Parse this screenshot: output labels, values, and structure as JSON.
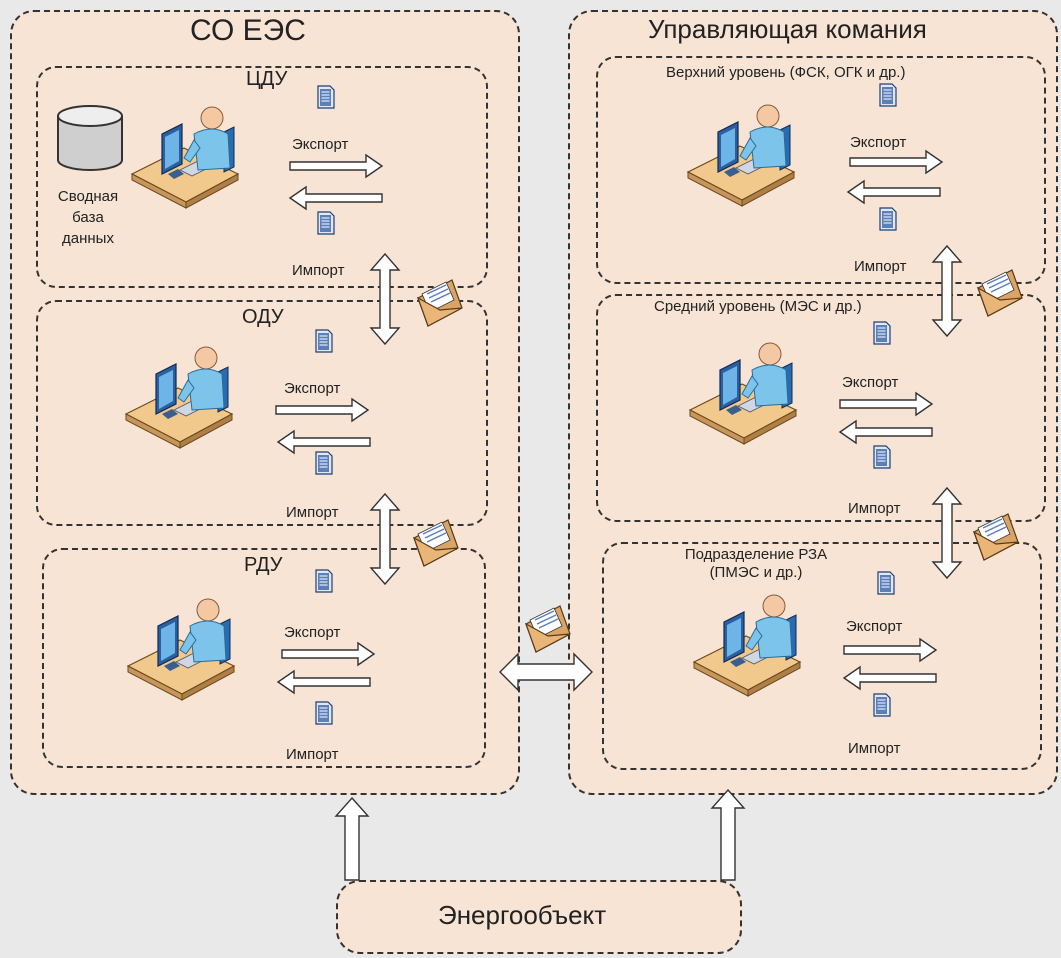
{
  "left_system": {
    "title": "СО ЕЭС",
    "units": [
      {
        "name": "ЦДУ",
        "export": "Экспорт",
        "import": "Импорт"
      },
      {
        "name": "ОДУ",
        "export": "Экспорт",
        "import": "Импорт"
      },
      {
        "name": "РДУ",
        "export": "Экспорт",
        "import": "Импорт"
      }
    ],
    "database_label": "Сводная\nбаза\nданных"
  },
  "right_system": {
    "title": "Управляющая комания",
    "units": [
      {
        "name": "Верхний уровень (ФСК, ОГК и др.)",
        "export": "Экспорт",
        "import": "Импорт"
      },
      {
        "name": "Средний уровень (МЭС и др.)",
        "export": "Экспорт",
        "import": "Импорт"
      },
      {
        "name": "Подразделение РЗА\n(ПМЭС и др.)",
        "export": "Экспорт",
        "import": "Импорт"
      }
    ]
  },
  "energy_object": {
    "label": "Энергообъект"
  },
  "colors": {
    "panel_fill": "#f7e4d4",
    "border": "#333333",
    "doc_blue": "#5b7fb8",
    "person_blue": "#7cc4ea",
    "envelope": "#d9a466"
  }
}
